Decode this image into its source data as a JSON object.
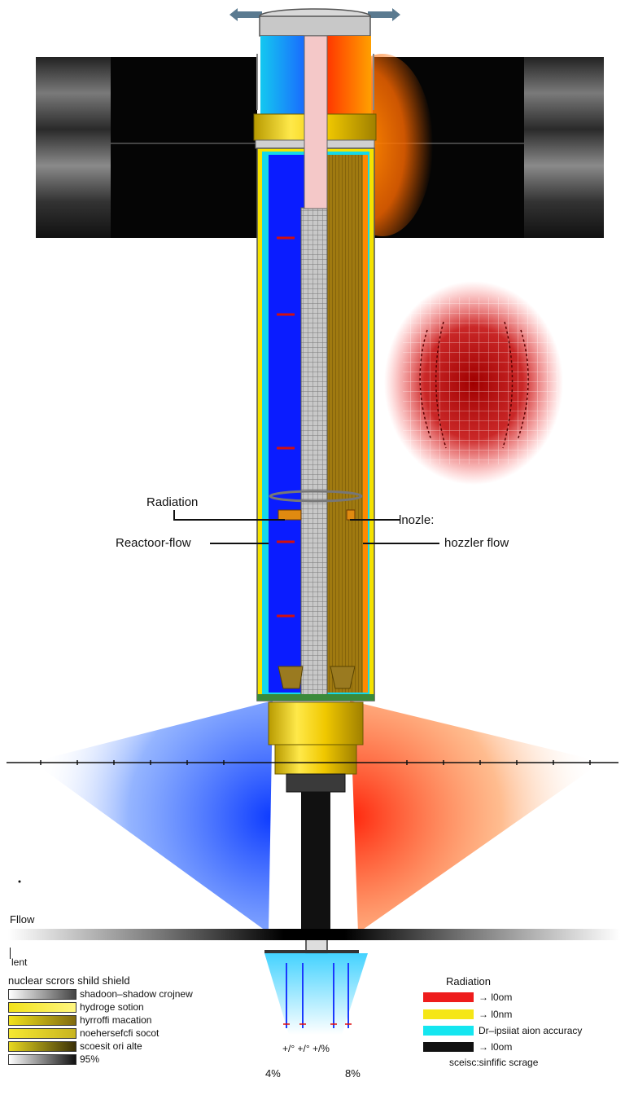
{
  "labels": {
    "radiation": "Radiation",
    "reactor_flow": "Reactoor-flow",
    "nozzle": "lnozle:",
    "nozzle_flow": "hozzler flow",
    "flow": "Fllow",
    "lent": "lent"
  },
  "left_legend": {
    "title": "nuclear scrors shild shield",
    "items": [
      {
        "label": "shadoon–shadow crojnew",
        "color": "#444444"
      },
      {
        "label": "hydroge sotion",
        "color": "#f2e21a"
      },
      {
        "label": "hyrroffi macation",
        "color": "#b8a020"
      },
      {
        "label": "noehersefcfi socot",
        "color": "#e0d020"
      },
      {
        "label": "scoesit ori alte",
        "color": "#807020"
      },
      {
        "label": "95%",
        "color": "#222222"
      }
    ]
  },
  "right_legend": {
    "title": "Radiation",
    "items": [
      {
        "label": "→ l0om",
        "color": "#ee1c1c"
      },
      {
        "label": "→ l0nm",
        "color": "#f5e616"
      },
      {
        "label": "Dr–ipsiiat aion accuracy",
        "color": "#14e6f0"
      },
      {
        "label": "→ l0om",
        "color": "#111111"
      }
    ],
    "footer": "sceisc:sinfific scrage"
  },
  "bottom": {
    "pct_row": "+/° +/° +/%",
    "pct_left": "4%",
    "pct_right": "8%"
  }
}
